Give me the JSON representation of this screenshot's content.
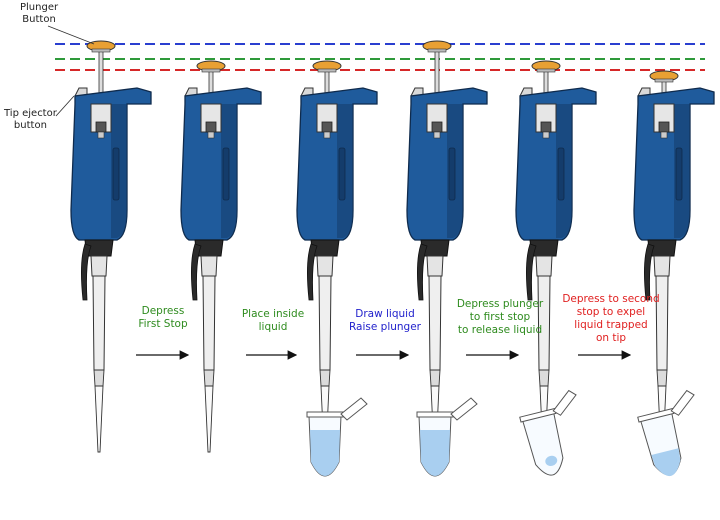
{
  "callouts": {
    "plunger_button": [
      "Plunger",
      "Button"
    ],
    "tip_ejector": [
      "Tip ejector",
      "button"
    ]
  },
  "steps": [
    {
      "lines": [
        "Depress",
        "First Stop"
      ],
      "color": "#2e8b1e"
    },
    {
      "lines": [
        "Place inside",
        "liquid"
      ],
      "color": "#2e8b1e"
    },
    {
      "lines": [
        "Draw liquid",
        "Raise plunger"
      ],
      "color": "#2222cc"
    },
    {
      "lines": [
        "Depress plunger",
        "to first stop",
        "to release liquid"
      ],
      "color": "#2e8b1e"
    },
    {
      "lines": [
        "Depress to second",
        "stop to expel",
        "liquid trapped",
        "on tip"
      ],
      "color": "#e02020"
    }
  ],
  "colors": {
    "body_blue": "#1f5b9c",
    "body_dark": "#143c6b",
    "plunger_orange": "#e8a033",
    "liquid": "#a9cff0",
    "line_blue": "#2a3fd0",
    "line_green": "#2e9a3a",
    "line_red": "#d62828"
  }
}
